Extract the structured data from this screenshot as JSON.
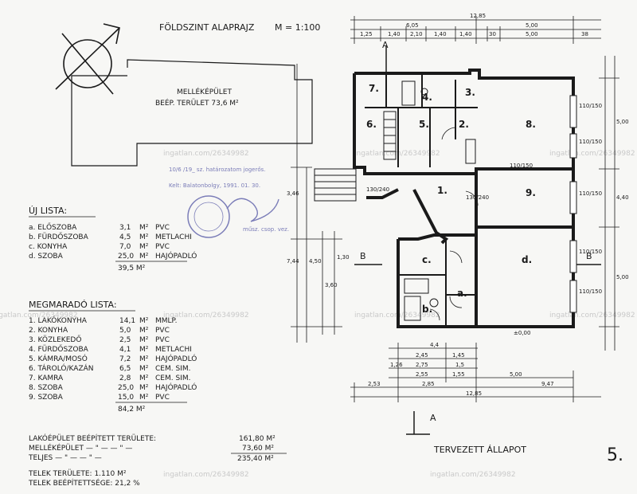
{
  "header": {
    "title": "FÖLDSZINT ALAPRAJZ",
    "scale": "M = 1:100",
    "section_mark": "A"
  },
  "outbuilding": {
    "line1": "MELLÉKÉPÜLET",
    "line2": "BEÉP. TERÜLET 73,6 M²"
  },
  "new_list": {
    "title": "ÚJ LISTA:",
    "items": [
      {
        "code": "a. ELŐSZOBA",
        "area": "3,1",
        "unit": "M²",
        "floor": "PVC"
      },
      {
        "code": "b. FÜRDŐSZOBA",
        "area": "4,5",
        "unit": "M²",
        "floor": "METLACHI"
      },
      {
        "code": "c. KONYHA",
        "area": "7,0",
        "unit": "M²",
        "floor": "PVC"
      },
      {
        "code": "d. SZOBA",
        "area": "25,0",
        "unit": "M²",
        "floor": "HAJÓPADLÓ"
      }
    ],
    "total": "39,5 M²"
  },
  "existing_list": {
    "title": "MEGMARADÓ LISTA:",
    "items": [
      {
        "code": "1. LAKÓKONYHA",
        "area": "14,1",
        "unit": "M²",
        "floor": "MMLP."
      },
      {
        "code": "2. KONYHA",
        "area": "5,0",
        "unit": "M²",
        "floor": "PVC"
      },
      {
        "code": "3. KÖZLEKEDŐ",
        "area": "2,5",
        "unit": "M²",
        "floor": "PVC"
      },
      {
        "code": "4. FÜRDŐSZOBA",
        "area": "4,1",
        "unit": "M²",
        "floor": "METLACHI"
      },
      {
        "code": "5. KÁMRA/MOSÓ",
        "area": "7,2",
        "unit": "M²",
        "floor": "HAJÓPADLÓ"
      },
      {
        "code": "6. TÁROLÓ/KAZÁN",
        "area": "6,5",
        "unit": "M²",
        "floor": "CEM. SIM."
      },
      {
        "code": "7. KAMRA",
        "area": "2,8",
        "unit": "M²",
        "floor": "CEM. SIM."
      },
      {
        "code": "8. SZOBA",
        "area": "25,0",
        "unit": "M²",
        "floor": "HAJÓPADLÓ"
      },
      {
        "code": "9. SZOBA",
        "area": "15,0",
        "unit": "M²",
        "floor": "PVC"
      }
    ],
    "total": "84,2 M²"
  },
  "summary": {
    "rows": [
      {
        "label": "LAKÓÉPÜLET BEÉPÍTETT TERÜLETE:",
        "value": "161,80 M²"
      },
      {
        "label": "MELLÉKÉPÜLET  — \" —  — \" —",
        "value": "73,60 M²"
      },
      {
        "label": "TELJES  — \" —  — \" —",
        "value": "235,40 M²"
      }
    ],
    "plot_area": "TELEK TERÜLETE:  1.110 M²",
    "built_ratio": "TELEK BEÉPÍTETTSÉGE: 21,2 %"
  },
  "plan": {
    "rooms": [
      "1.",
      "2.",
      "3.",
      "4.",
      "5.",
      "6.",
      "7.",
      "8.",
      "9.",
      "a.",
      "b.",
      "c.",
      "d."
    ],
    "dims_top": [
      "12,85",
      "6,05",
      "1,25",
      "5,00",
      "1,40",
      "2,10",
      "1,40",
      "1,40",
      "5,00",
      "30",
      "38"
    ],
    "dims_bottom": [
      "12,85",
      "2,53",
      "2,85",
      "9,47",
      "5,00",
      "4,4",
      "2,45",
      "2,55",
      "1,45",
      "1,55",
      "2,75",
      "1,5",
      "1,26"
    ],
    "dims_right": [
      "5,00",
      "4,40",
      "5,00"
    ],
    "dims_left": [
      "3,46",
      "7,44",
      "4,50",
      "3,60",
      "1,30"
    ],
    "windows": [
      "110/150",
      "110/150",
      "110/150",
      "110/150",
      "110/150",
      "130/240",
      "130/240",
      "110/150"
    ],
    "floor_level": "±0,00"
  },
  "sections": {
    "left": "B",
    "right": "B",
    "bottom": "A"
  },
  "footer": {
    "status": "TERVEZETT ÁLLAPOT",
    "page": "5."
  },
  "stamp": {
    "copy_line": "10/6   /19_   sz. határozatom jogerős.",
    "date": "Kelt: Balatonbolgy, 1991. 01. 30.",
    "sign_caption": "műsz. csop. vez."
  },
  "watermarks": [
    "ingatlan.com/26349982",
    "ingatlan.com/26349982",
    "ingatlan.com/26349982",
    "ingatlan.com/26349982",
    "ingatlan.com/26349982",
    "ingatlan.com/26349982",
    "ingatlan.com/26349982",
    "ingatlan.com/26349982",
    "ingatlan.com/26349982"
  ]
}
